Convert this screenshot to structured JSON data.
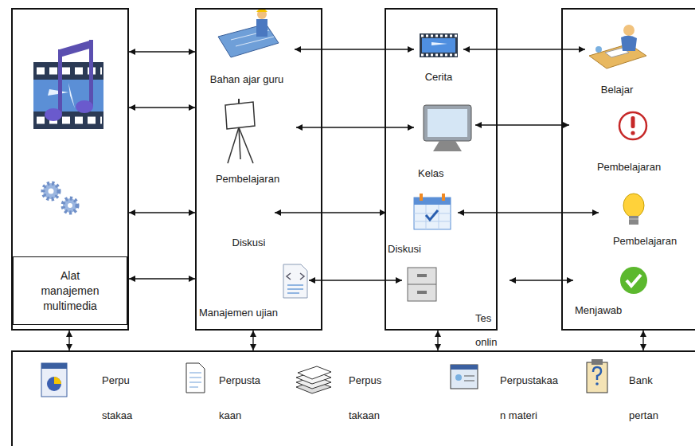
{
  "diagram": {
    "nodes": [
      {
        "text": []
      },
      {
        "text": [
          "Alat manajemen multimedia"
        ],
        "in": 0
      },
      {
        "text": []
      },
      {
        "text": [
          "Bahan ajar guru"
        ],
        "in": 2
      },
      {
        "text": [
          "Pembelajaran"
        ],
        "in": 2
      },
      {
        "text": [
          "Diskusi"
        ],
        "in": 2
      },
      {
        "text": [
          "Manajemen ujian"
        ],
        "in": 2
      },
      {
        "text": []
      },
      {
        "text": [
          "Cerita"
        ],
        "in": 7
      },
      {
        "text": [
          "Kelas"
        ],
        "in": 7
      },
      {
        "text": [
          "Diskusi"
        ],
        "in": 7
      },
      {
        "text": [
          "Tes onlin"
        ],
        "in": 7
      },
      {
        "text": []
      },
      {
        "text": [
          "Belajar"
        ],
        "in": 12
      },
      {
        "text": [
          "Pembelajaran"
        ],
        "in": 12
      },
      {
        "text": [
          "Pembelajaran"
        ],
        "in": 12
      },
      {
        "text": [
          "Menjawab"
        ],
        "in": 12
      },
      {
        "text": []
      },
      {
        "text": [
          "Perpu stakaa"
        ],
        "in": 17
      },
      {
        "text": [
          "Perpusta kaan"
        ],
        "in": 17
      },
      {
        "text": [
          "Perpus takaan"
        ],
        "in": 17
      },
      {
        "text": [
          "Perpustakaa n materi"
        ],
        "in": 17
      },
      {
        "text": [
          "Bank pertan"
        ],
        "in": 17
      }
    ],
    "edges": [
      {
        "from": 0,
        "to": 2,
        "arrow": "both"
      },
      {
        "from": 0,
        "to": 2,
        "arrow": "both"
      },
      {
        "from": 0,
        "to": 2,
        "arrow": "both"
      },
      {
        "from": 0,
        "to": 2,
        "arrow": "both"
      },
      {
        "from": 3,
        "to": 8,
        "arrow": "both"
      },
      {
        "from": 4,
        "to": 9,
        "arrow": "both"
      },
      {
        "from": 5,
        "to": 10,
        "arrow": "both"
      },
      {
        "from": 6,
        "to": 11,
        "arrow": "both"
      },
      {
        "from": 8,
        "to": 13,
        "arrow": "both"
      },
      {
        "from": 9,
        "to": 14,
        "arrow": "both"
      },
      {
        "from": 10,
        "to": 15,
        "arrow": "both"
      },
      {
        "from": 11,
        "to": 16,
        "arrow": "both"
      },
      {
        "from": 0,
        "to": 17,
        "arrow": "both"
      },
      {
        "from": 2,
        "to": 17,
        "arrow": "both"
      },
      {
        "from": 7,
        "to": 17,
        "arrow": "both"
      },
      {
        "from": 12,
        "to": 17,
        "arrow": "both"
      }
    ]
  }
}
